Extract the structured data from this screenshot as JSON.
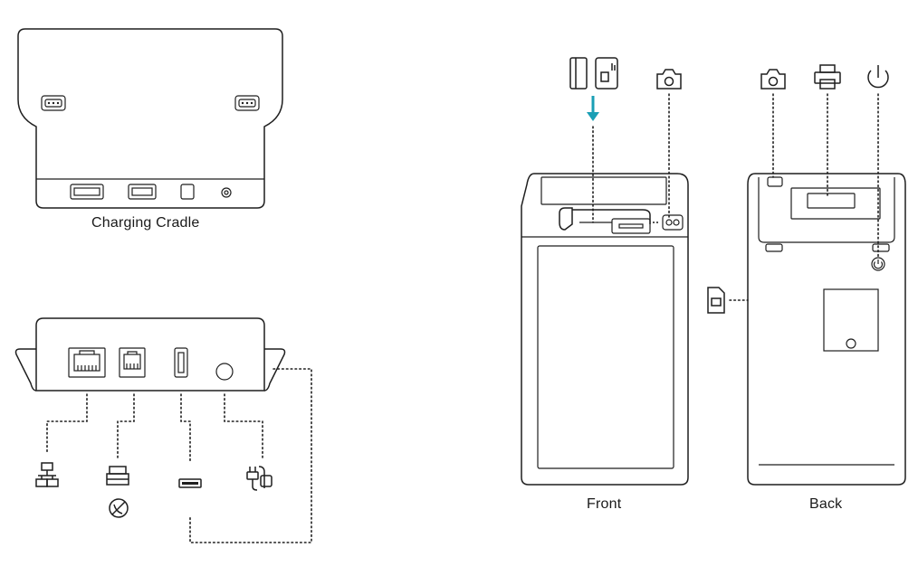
{
  "labels": {
    "cradle": "Charging Cradle",
    "front": "Front",
    "back": "Back"
  },
  "icons": {
    "cradle_ports": [
      "ethernet-icon",
      "printer-no-phone-icon",
      "usb-icon",
      "power-plug-icon"
    ],
    "front": [
      "card-slot-icon",
      "camera-icon"
    ],
    "back": [
      "camera-icon",
      "printer-icon",
      "power-icon",
      "sim-card-icon"
    ]
  },
  "colors": {
    "line": "#1f1f1f",
    "accent_arrow": "#1a9fb5"
  }
}
